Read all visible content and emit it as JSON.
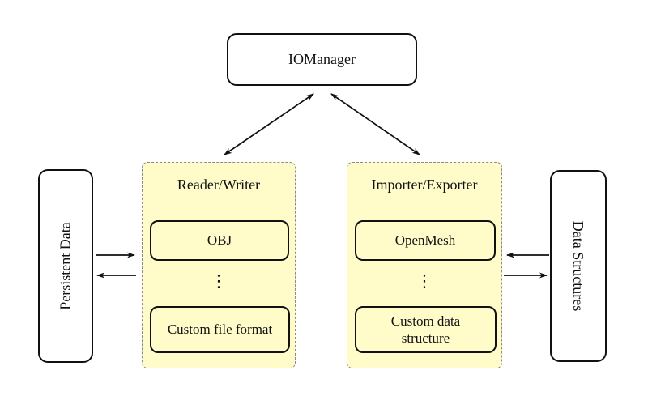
{
  "diagram": {
    "iomanager": {
      "label": "IOManager"
    },
    "persistent_data": {
      "label": "Persistent Data"
    },
    "data_structures": {
      "label": "Data Structures"
    },
    "reader_writer": {
      "title": "Reader/Writer",
      "items": [
        {
          "label": "OBJ"
        },
        {
          "label": "Custom file format"
        }
      ],
      "ellipsis": "⋮"
    },
    "importer_exporter": {
      "title": "Importer/Exporter",
      "items": [
        {
          "label": "OpenMesh"
        },
        {
          "label": "Custom data structure"
        }
      ],
      "ellipsis": "⋮"
    },
    "colors": {
      "background": "#ffffff",
      "group_fill": "#fffcc9",
      "group_border": "#8a8a8a",
      "box_border": "#111111",
      "arrow": "#111111"
    }
  }
}
